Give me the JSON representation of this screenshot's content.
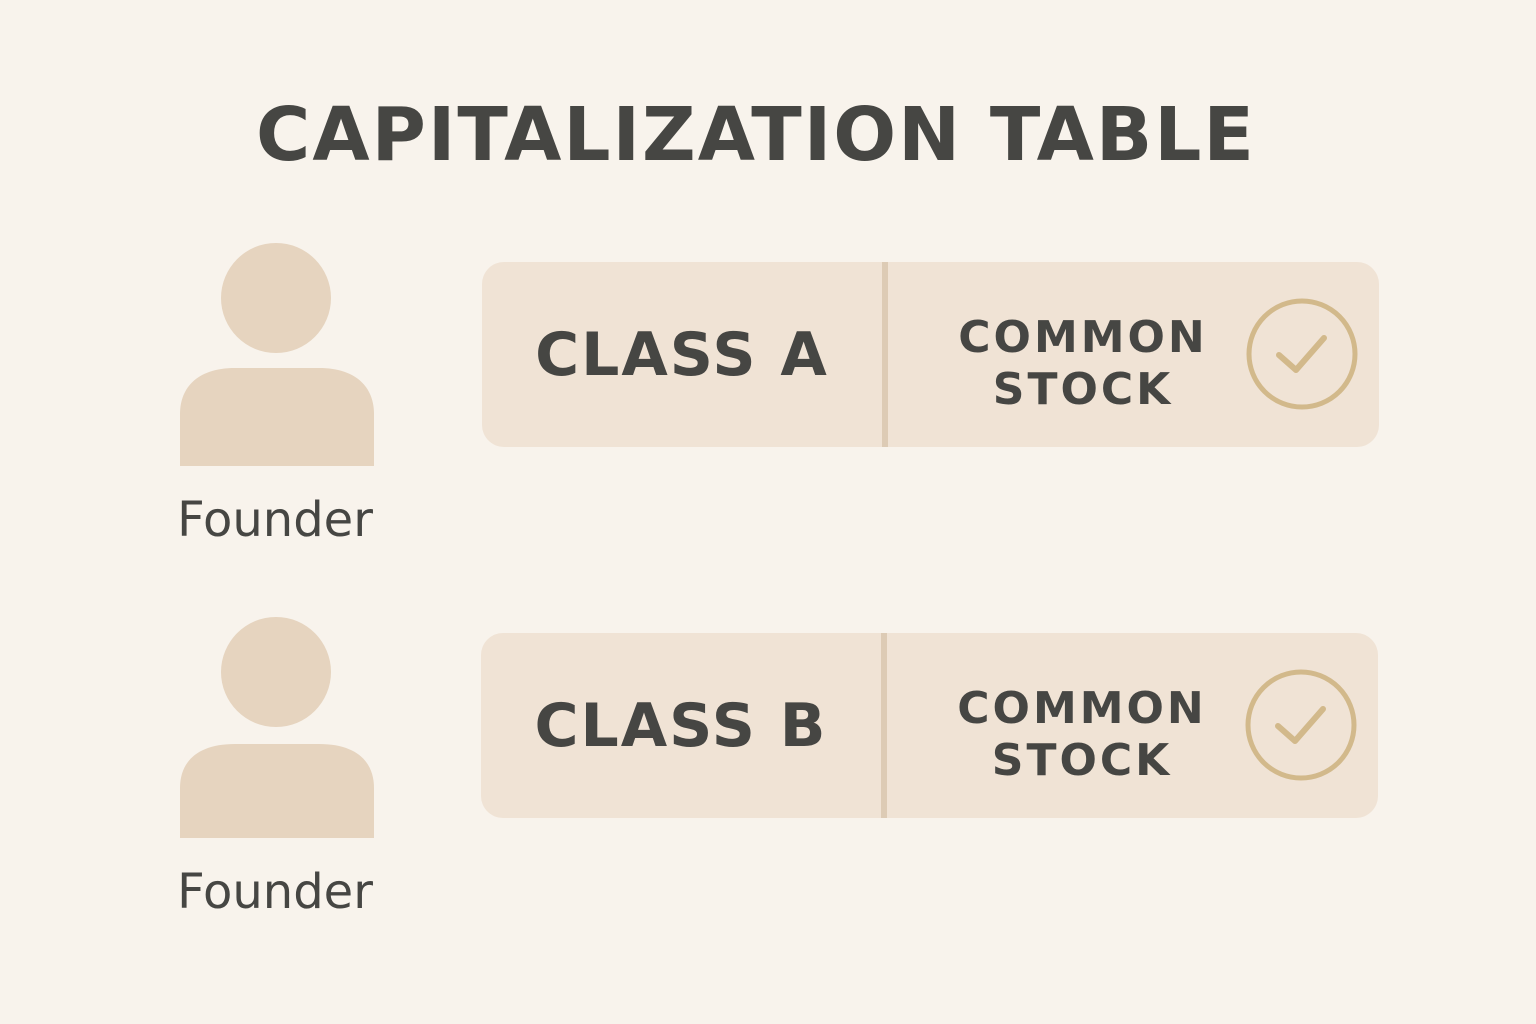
{
  "title": "CAPITALIZATION TABLE",
  "colors": {
    "background": "#f8f3ec",
    "text": "#464643",
    "avatar": "#e6d4bf",
    "row_fill": "#f0e3d5",
    "divider": "#ddcbb5",
    "check": "#d2b98b"
  },
  "rows": [
    {
      "holder_label": "Founder",
      "holder_icon": "person-icon",
      "share_class": "CLASS A",
      "stock_type_line1": "COMMON",
      "stock_type_line2": "STOCK",
      "status_icon": "check-circle-icon"
    },
    {
      "holder_label": "Founder",
      "holder_icon": "person-icon",
      "share_class": "CLASS B",
      "stock_type_line1": "COMMON",
      "stock_type_line2": "STOCK",
      "status_icon": "check-circle-icon"
    }
  ]
}
